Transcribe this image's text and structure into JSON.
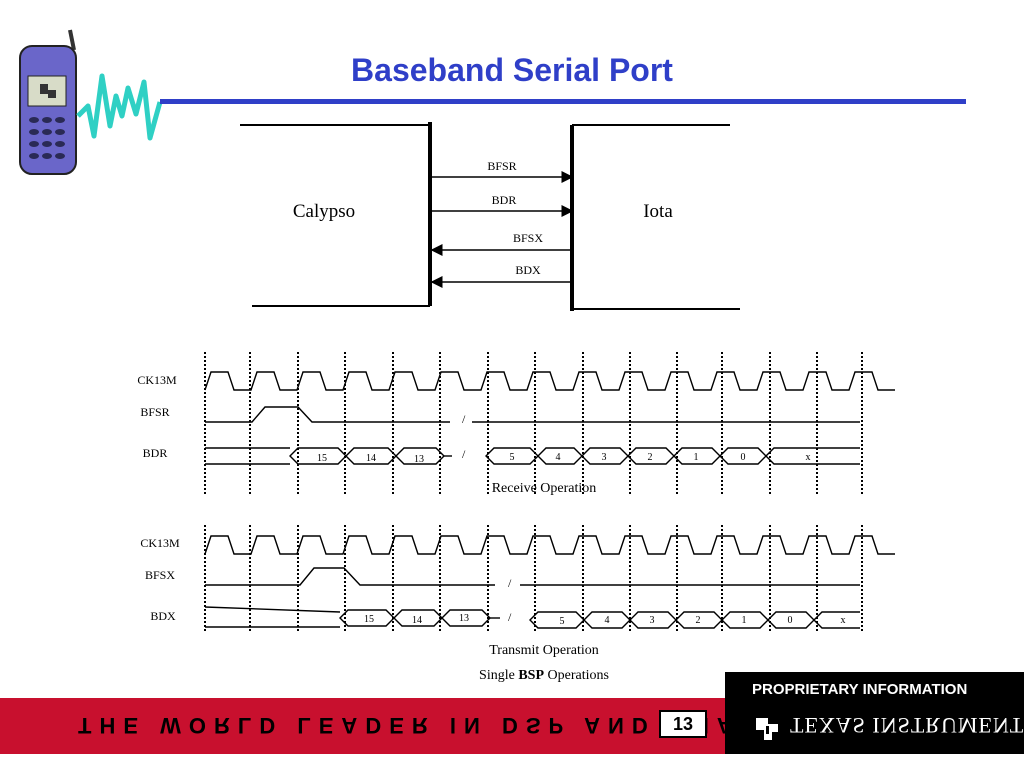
{
  "slide": {
    "title": "Baseband Serial Port",
    "page_number": "13",
    "proprietary": "PROPRIETARY INFORMATION",
    "footer_tagline": "THE WORLD LEADER IN DSP AND ANALOG",
    "brand": "TEXAS INSTRUMENTS"
  },
  "block": {
    "left": "Calypso",
    "right": "Iota",
    "signals": [
      "BFSR",
      "BDR",
      "BFSX",
      "BDX"
    ]
  },
  "timing": {
    "receive": {
      "rows": [
        "CK13M",
        "BFSR",
        "BDR"
      ],
      "bits_before": [
        "15",
        "14",
        "13"
      ],
      "bits_after": [
        "5",
        "4",
        "3",
        "2",
        "1",
        "0",
        "x"
      ],
      "caption": "Receive Operation"
    },
    "transmit": {
      "rows": [
        "CK13M",
        "BFSX",
        "BDX"
      ],
      "bits_before": [
        "15",
        "14",
        "13"
      ],
      "bits_after": [
        "5",
        "4",
        "3",
        "2",
        "1",
        "0",
        "x"
      ],
      "caption": "Transmit Operation"
    },
    "caption_prefix": "Single ",
    "caption_bold": "BSP",
    "caption_suffix": " Operations",
    "break_mark": "/"
  },
  "colors": {
    "title": "#2f3fc8",
    "footer": "#c8102e"
  }
}
